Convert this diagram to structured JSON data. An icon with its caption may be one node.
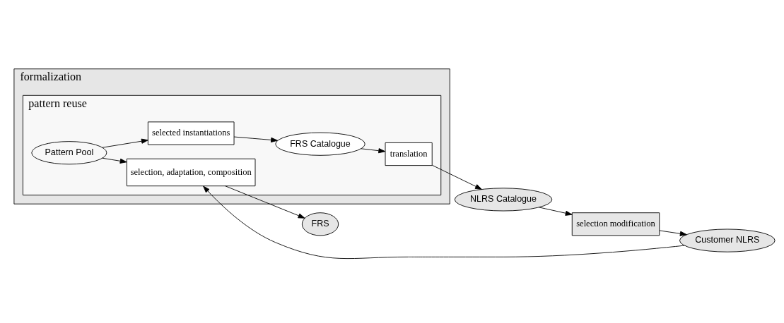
{
  "diagram": {
    "nodes": [
      {
        "text": [
          "formalization"
        ]
      },
      {
        "text": [
          "pattern reuse"
        ],
        "in": 0
      },
      {
        "text": [
          "selection, adaptation, composition"
        ],
        "in": 1
      },
      {
        "text": [
          "Pattern Pool"
        ],
        "in": 1
      },
      {
        "text": [
          "selected instantiations"
        ],
        "in": 1
      },
      {
        "text": [
          "FRS Catalogue"
        ],
        "in": 1
      },
      {
        "text": [
          "translation"
        ],
        "in": 1
      },
      {
        "text": [
          "Customer NLRS"
        ]
      },
      {
        "text": [
          "selection modification"
        ]
      },
      {
        "text": [
          "NLRS Catalogue"
        ]
      },
      {
        "text": [
          "FRS"
        ]
      }
    ],
    "edges": [
      {
        "from": 7,
        "to": 2,
        "arrow": "to"
      },
      {
        "from": 3,
        "to": 2,
        "arrow": "to"
      },
      {
        "from": 3,
        "to": 4,
        "arrow": "to"
      },
      {
        "from": 4,
        "to": 5,
        "arrow": "to"
      },
      {
        "from": 5,
        "to": 6,
        "arrow": "to"
      },
      {
        "from": 2,
        "to": 10,
        "arrow": "to"
      },
      {
        "from": 6,
        "to": 9,
        "arrow": "to"
      },
      {
        "from": 9,
        "to": 8,
        "arrow": "to"
      },
      {
        "from": 8,
        "to": 7,
        "arrow": "to"
      }
    ]
  }
}
